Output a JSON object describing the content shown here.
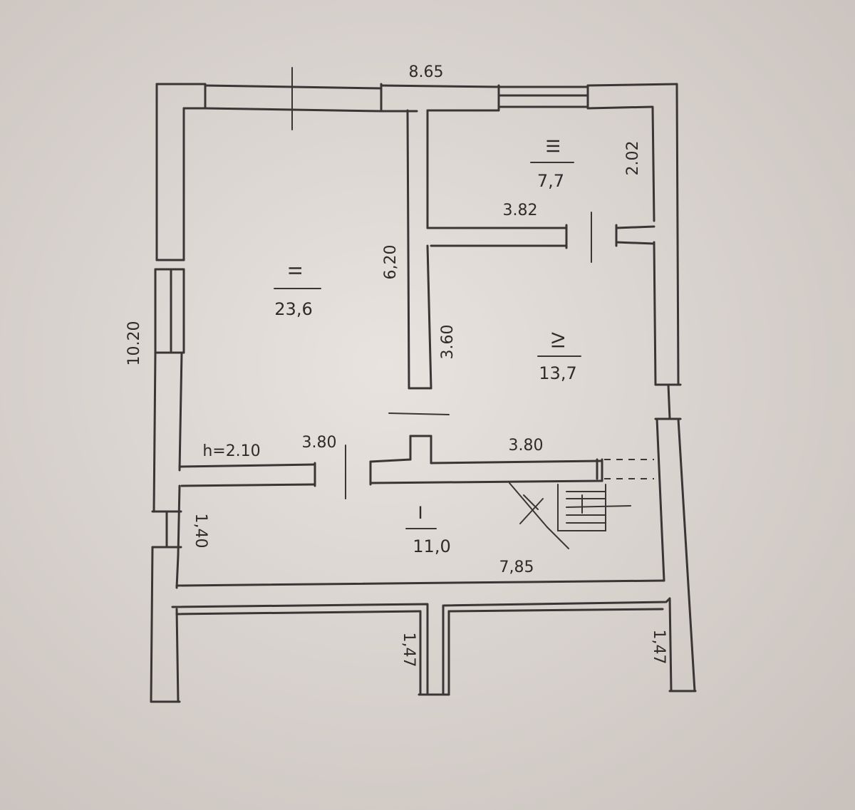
{
  "plan": {
    "overall_width": "8.65",
    "overall_depth": "10.20",
    "ceiling_height": "h=2.10",
    "rooms": {
      "r1": {
        "number": "I",
        "area": "11,0"
      },
      "r2": {
        "number": "II",
        "area": "23,6"
      },
      "r3": {
        "number": "III",
        "area": "7,7"
      },
      "r4": {
        "number": "IV",
        "area": "13,7"
      }
    },
    "dims": {
      "corridor_depth": "1,40",
      "corridor_length": "7,85",
      "room2_depth": "6,20",
      "room2_width": "3.80",
      "room3_width": "3.82",
      "room3_depth": "2.02",
      "room4_depth": "3.60",
      "room4_width": "3.80",
      "porch_left": "1,47",
      "porch_right": "1,47"
    }
  }
}
